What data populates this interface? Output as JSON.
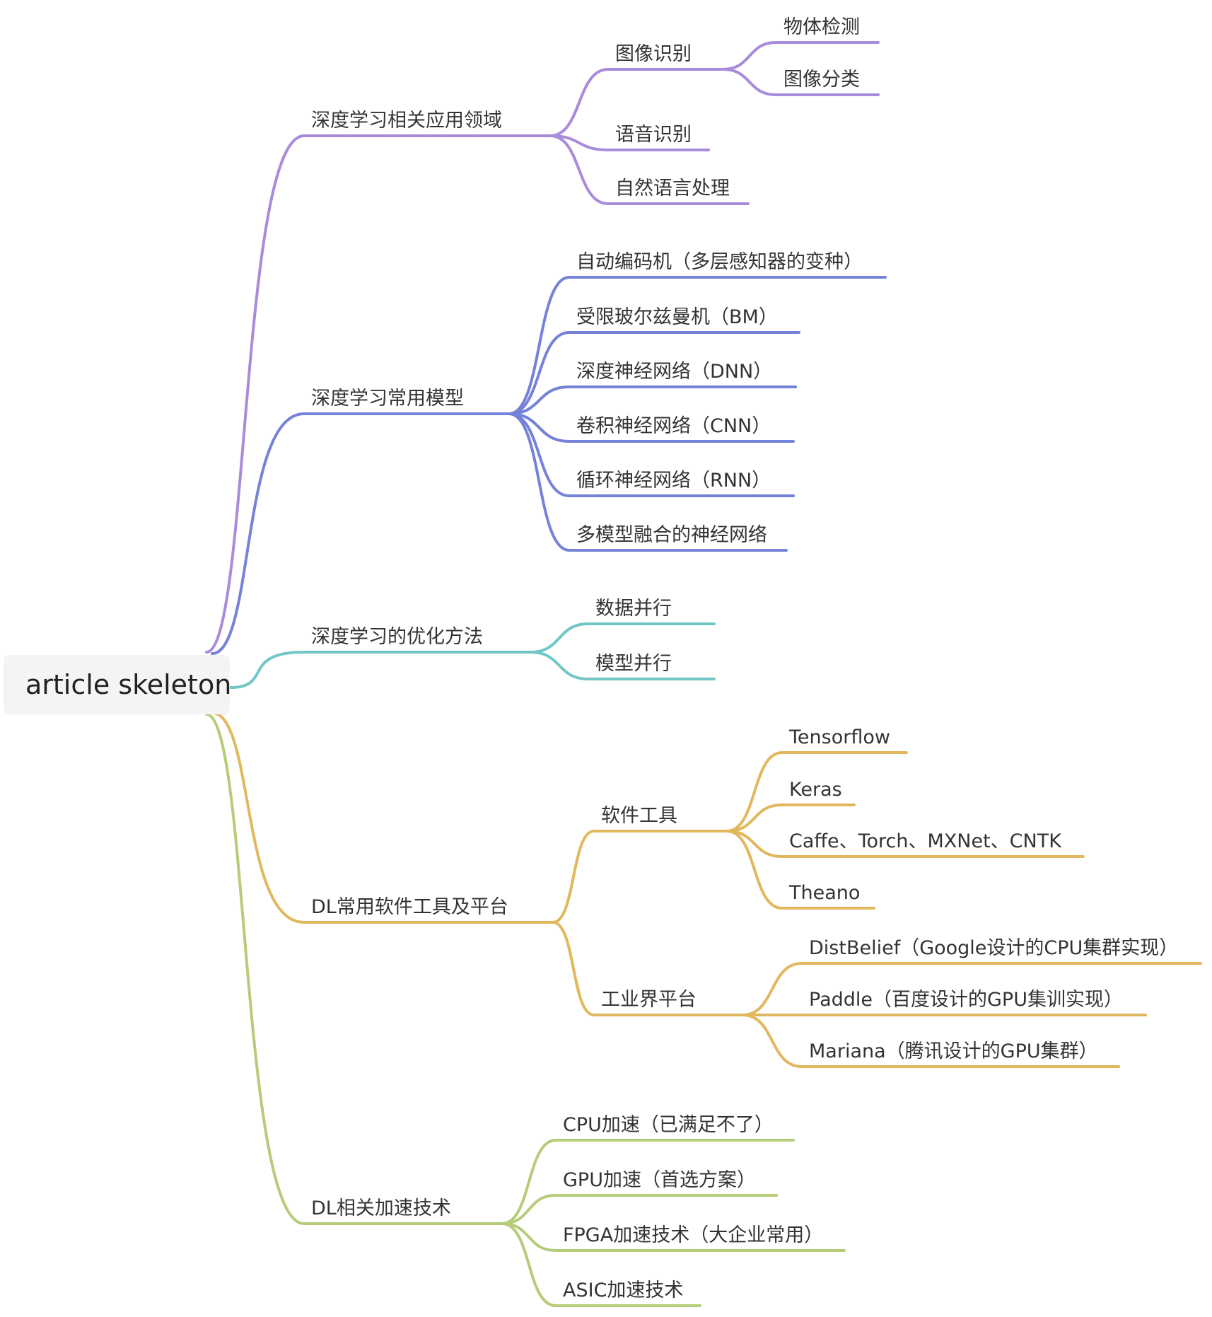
{
  "root": {
    "label": "article skeleton"
  },
  "colors": {
    "purple": "#a98bdc",
    "blue": "#7483d8",
    "teal": "#72c6c6",
    "orange": "#e2b85e",
    "green": "#b6cc78"
  },
  "branches": [
    {
      "id": "b1",
      "label": "深度学习相关应用领域",
      "color": "#a98bdc",
      "children": [
        {
          "id": "b1c1",
          "label": "图像识别",
          "children": [
            {
              "id": "b1c1a",
              "label": "物体检测"
            },
            {
              "id": "b1c1b",
              "label": "图像分类"
            }
          ]
        },
        {
          "id": "b1c2",
          "label": "语音识别"
        },
        {
          "id": "b1c3",
          "label": "自然语言处理"
        }
      ]
    },
    {
      "id": "b2",
      "label": "深度学习常用模型",
      "color": "#7483d8",
      "children": [
        {
          "id": "b2c1",
          "label": "自动编码机（多层感知器的变种）"
        },
        {
          "id": "b2c2",
          "label": "受限玻尔兹曼机（BM）"
        },
        {
          "id": "b2c3",
          "label": "深度神经网络（DNN）"
        },
        {
          "id": "b2c4",
          "label": "卷积神经网络（CNN）"
        },
        {
          "id": "b2c5",
          "label": "循环神经网络（RNN）"
        },
        {
          "id": "b2c6",
          "label": "多模型融合的神经网络"
        }
      ]
    },
    {
      "id": "b3",
      "label": "深度学习的优化方法",
      "color": "#72c6c6",
      "children": [
        {
          "id": "b3c1",
          "label": "数据并行"
        },
        {
          "id": "b3c2",
          "label": "模型并行"
        }
      ]
    },
    {
      "id": "b4",
      "label": "DL常用软件工具及平台",
      "color": "#e2b85e",
      "children": [
        {
          "id": "b4c1",
          "label": "软件工具",
          "children": [
            {
              "id": "b4c1a",
              "label": "Tensorflow"
            },
            {
              "id": "b4c1b",
              "label": "Keras"
            },
            {
              "id": "b4c1c",
              "label": "Caffe、Torch、MXNet、CNTK"
            },
            {
              "id": "b4c1d",
              "label": "Theano"
            }
          ]
        },
        {
          "id": "b4c2",
          "label": "工业界平台",
          "children": [
            {
              "id": "b4c2a",
              "label": "DistBelief（Google设计的CPU集群实现）"
            },
            {
              "id": "b4c2b",
              "label": "Paddle（百度设计的GPU集训实现）"
            },
            {
              "id": "b4c2c",
              "label": "Mariana（腾讯设计的GPU集群）"
            }
          ]
        }
      ]
    },
    {
      "id": "b5",
      "label": "DL相关加速技术",
      "color": "#b6cc78",
      "children": [
        {
          "id": "b5c1",
          "label": "CPU加速（已满足不了）"
        },
        {
          "id": "b5c2",
          "label": "GPU加速（首选方案）"
        },
        {
          "id": "b5c3",
          "label": "FPGA加速技术（大企业常用）"
        },
        {
          "id": "b5c4",
          "label": "ASIC加速技术"
        }
      ]
    }
  ]
}
